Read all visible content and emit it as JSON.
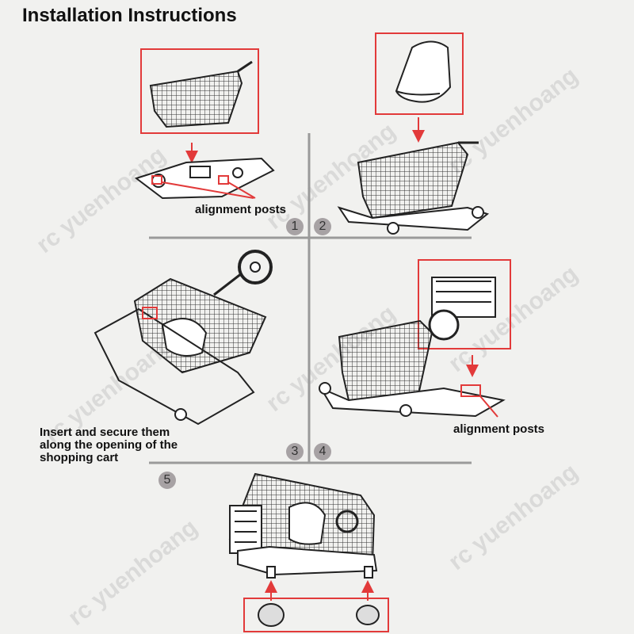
{
  "title": "Installation Instructions",
  "labels": {
    "step1_posts": "alignment posts",
    "step4_posts": "alignment posts",
    "step3_line1": "Insert and secure them",
    "step3_line2": "along the opening of the",
    "step3_line3": "shopping cart"
  },
  "steps": [
    "1",
    "2",
    "3",
    "4",
    "5"
  ],
  "watermark": "rc yuenhoang",
  "colors": {
    "highlight": "#e23a3a",
    "divider": "#9a9a9a",
    "badge": "#a7a2a4",
    "background": "#f1f1ef"
  }
}
